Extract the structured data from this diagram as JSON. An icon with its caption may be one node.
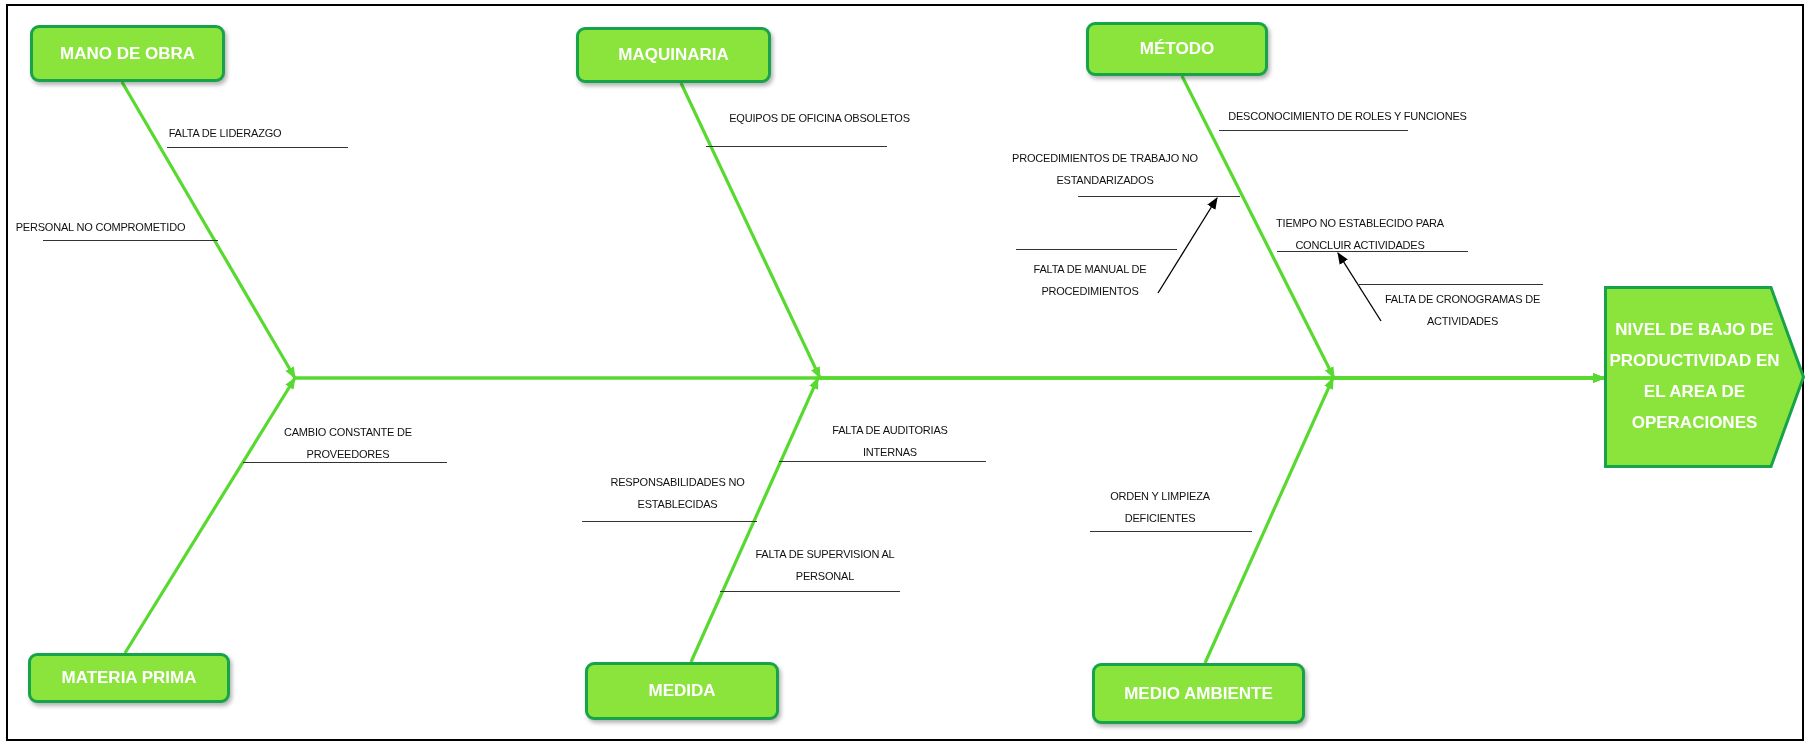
{
  "diagram": {
    "nodes": [
      {
        "text": [
          "MANO DE OBRA"
        ]
      },
      {
        "text": [
          "MAQUINARIA"
        ]
      },
      {
        "text": [
          "MÉTODO"
        ]
      },
      {
        "text": [
          "FALTA DE LIDERAZGO"
        ]
      },
      {
        "text": [
          "PERSONAL NO COMPROMETIDO"
        ]
      },
      {
        "text": [
          "EQUIPOS DE OFICINA OBSOLETOS"
        ]
      },
      {
        "text": [
          "DESCONOCIMIENTO DE ROLES Y FUNCIONES"
        ]
      },
      {
        "text": [
          "PROCEDIMIENTOS DE TRABAJO NO ESTANDARIZADOS"
        ]
      },
      {
        "text": [
          "TIEMPO NO ESTABLECIDO PARA CONCLUIR ACTIVIDADES"
        ]
      },
      {
        "text": [
          "FALTA DE MANUAL DE PROCEDIMIENTOS"
        ]
      },
      {
        "text": [
          "FALTA DE CRONOGRAMAS DE ACTIVIDADES"
        ]
      },
      {
        "text": [
          "NIVEL DE BAJO DE PRODUCTIVIDAD EN EL AREA DE OPERACIONES"
        ]
      },
      {
        "text": [
          "CAMBIO CONSTANTE DE PROVEEDORES"
        ]
      },
      {
        "text": [
          "FALTA DE AUDITORIAS INTERNAS"
        ]
      },
      {
        "text": [
          "RESPONSABILIDADES NO ESTABLECIDAS"
        ]
      },
      {
        "text": [
          "ORDEN Y LIMPIEZA DEFICIENTES"
        ]
      },
      {
        "text": [
          "FALTA DE SUPERVISION AL PERSONAL"
        ]
      },
      {
        "text": [
          "MATERIA PRIMA"
        ]
      },
      {
        "text": [
          "MEDIDA"
        ]
      },
      {
        "text": [
          "MEDIO AMBIENTE"
        ]
      }
    ],
    "edges": [
      {
        "from": 0,
        "to": 11,
        "arrow": "to"
      },
      {
        "from": 1,
        "to": 11,
        "arrow": "to"
      },
      {
        "from": 2,
        "to": 11,
        "arrow": "to"
      },
      {
        "from": 17,
        "to": 11,
        "arrow": "to"
      },
      {
        "from": 18,
        "to": 11,
        "arrow": "to"
      },
      {
        "from": 19,
        "to": 11,
        "arrow": "to"
      },
      {
        "from": 9,
        "to": 7,
        "arrow": "to",
        "color": "#000000"
      },
      {
        "from": 10,
        "to": 8,
        "arrow": "to",
        "color": "#000000"
      }
    ]
  }
}
